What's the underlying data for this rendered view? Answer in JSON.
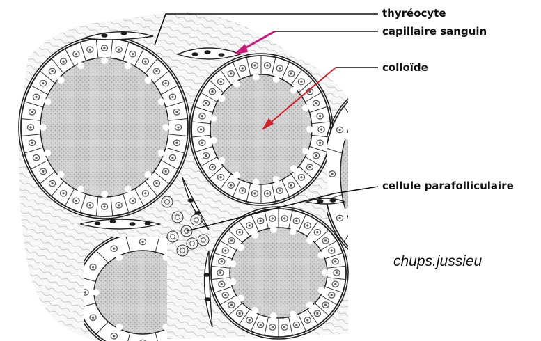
{
  "labels": {
    "thyreocyte": "thyréocyte",
    "capillary": "capillaire sanguin",
    "colloid": "colloïde",
    "parafollicular": "cellule parafolliculaire"
  },
  "credit": "chups.jussieu",
  "colors": {
    "leader_line": "#111111",
    "capillary_arrow": "#c8197a",
    "colloid_arrow": "#d0202a",
    "colloid_fill": "#c9c9c9",
    "cell_fill": "#ffffff",
    "nucleus": "#5a5a5a"
  },
  "follicles": [
    {
      "name": "follicle-upper-left",
      "cells": 32
    },
    {
      "name": "follicle-upper-right",
      "cells": 30
    },
    {
      "name": "follicle-lower-center",
      "cells": 30
    },
    {
      "name": "follicle-lower-left-partial",
      "cells": 12
    },
    {
      "name": "follicle-right-partial",
      "cells": 10
    }
  ]
}
